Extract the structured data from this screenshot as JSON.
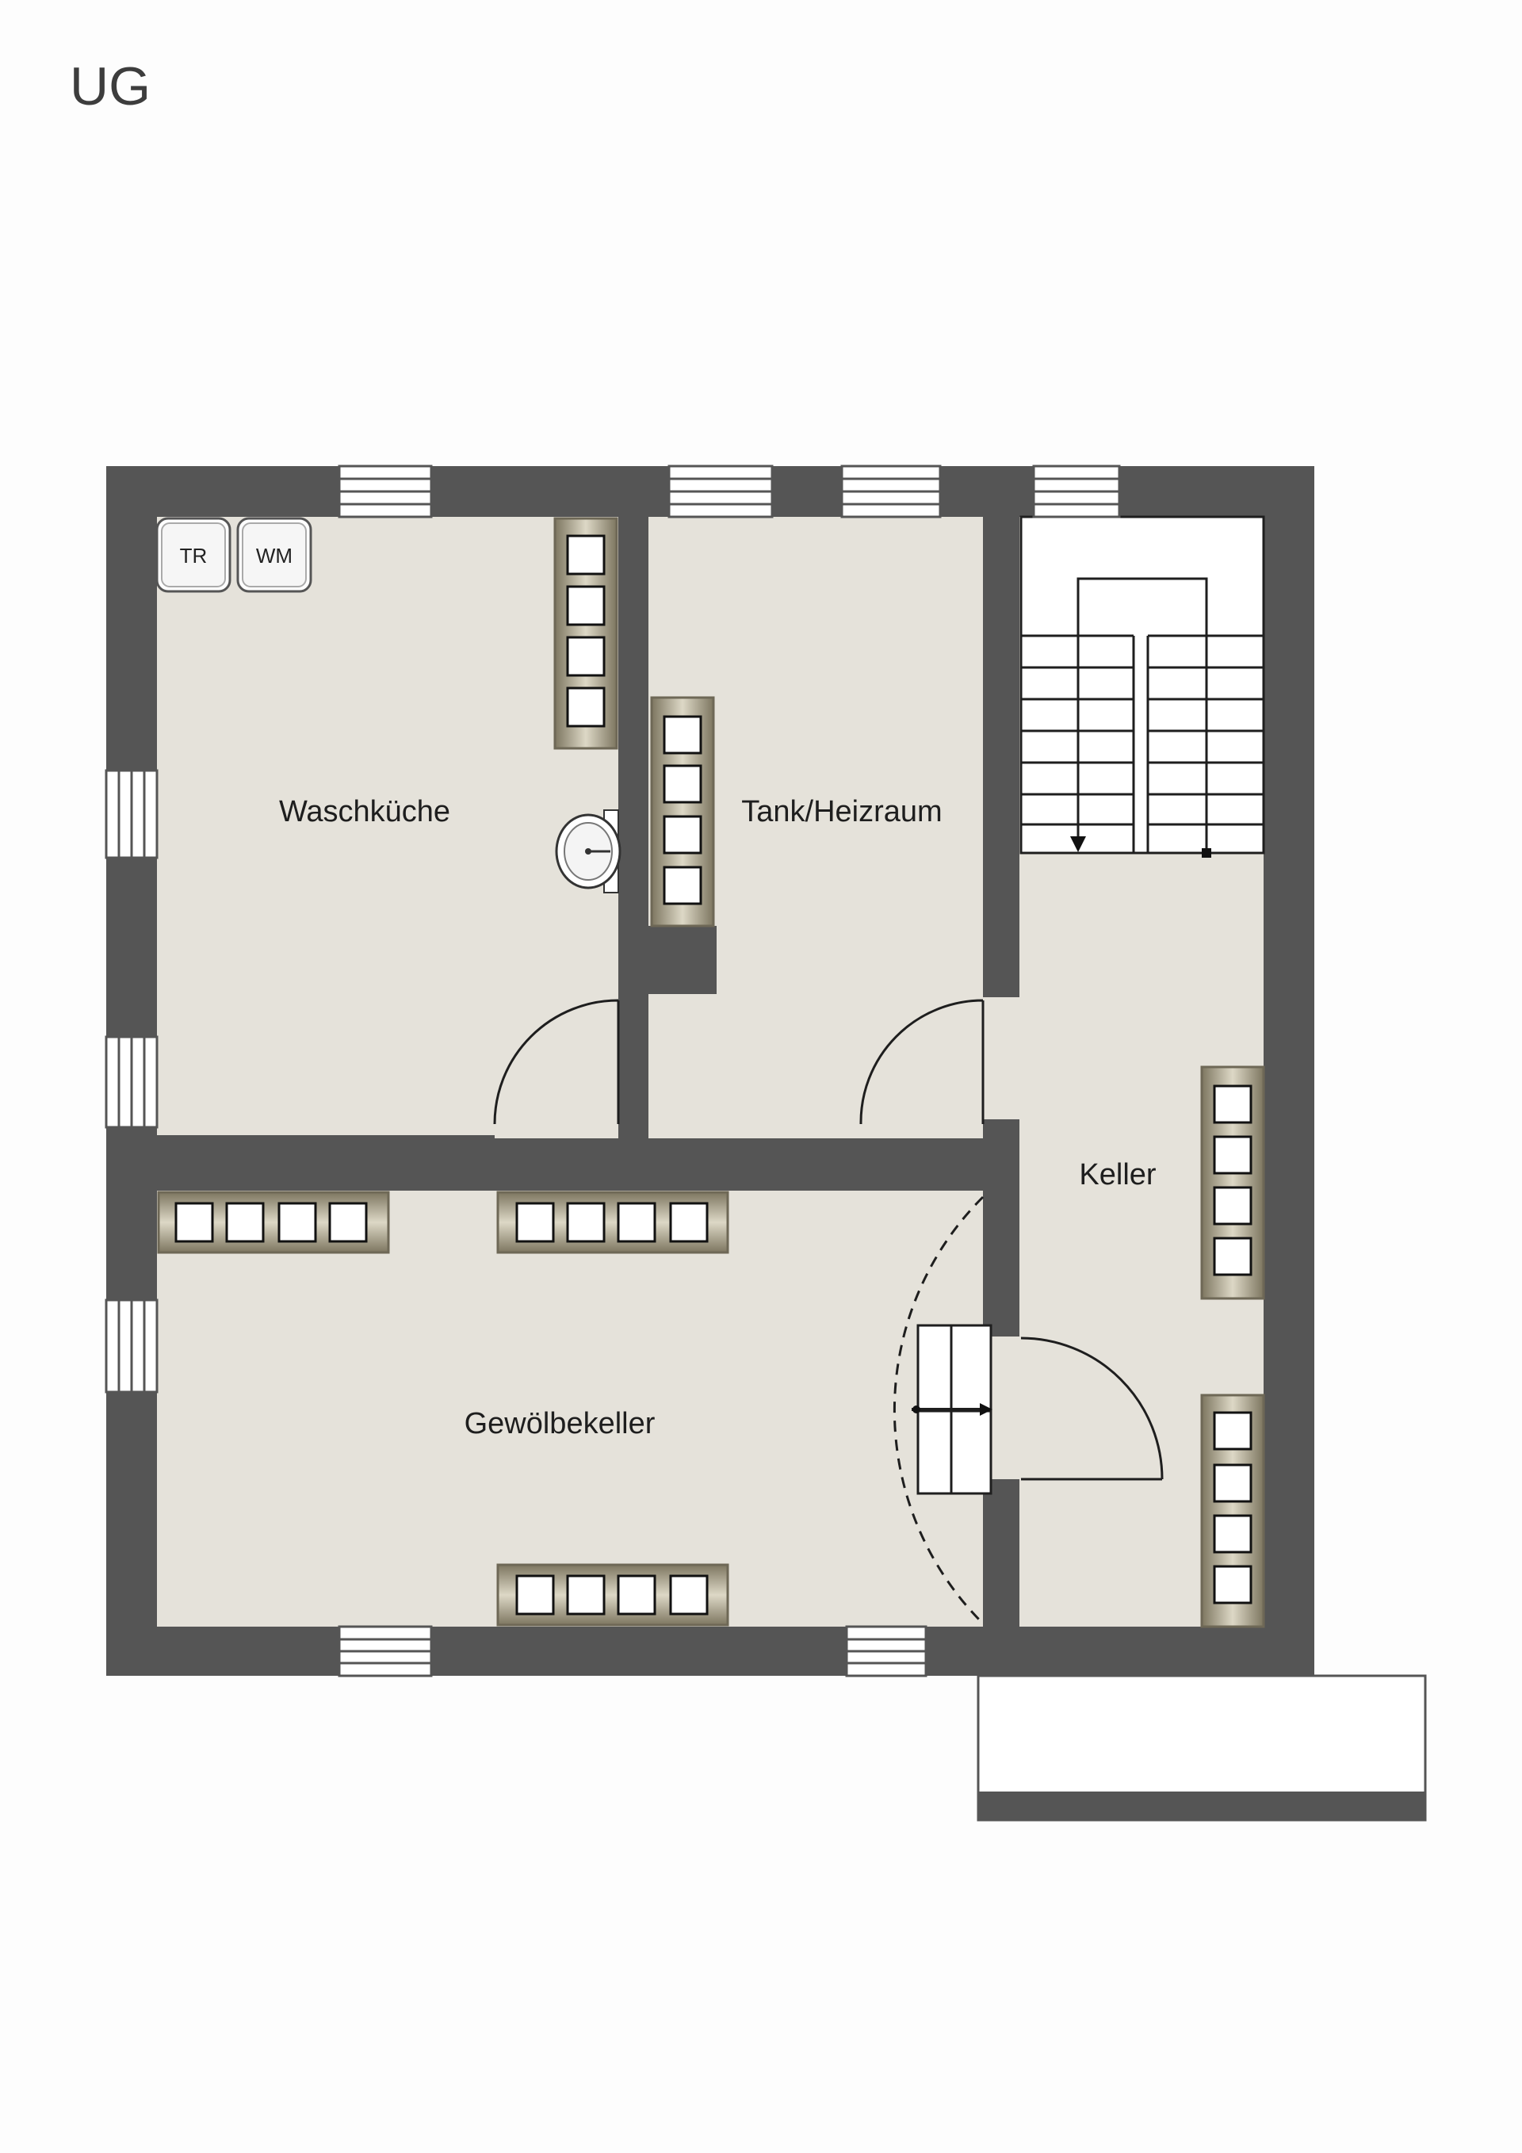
{
  "floor": {
    "label": "UG"
  },
  "rooms": {
    "waschkueche": "Waschküche",
    "tank": "Tank/Heizraum",
    "keller": "Keller",
    "gewoelbe": "Gewölbekeller"
  },
  "appliances": {
    "dryer": "TR",
    "washer": "WM"
  },
  "colors": {
    "wall": "#555555",
    "floor": "#e5e2da",
    "shelf": "#8b8470",
    "background": "#fdfdfd"
  }
}
